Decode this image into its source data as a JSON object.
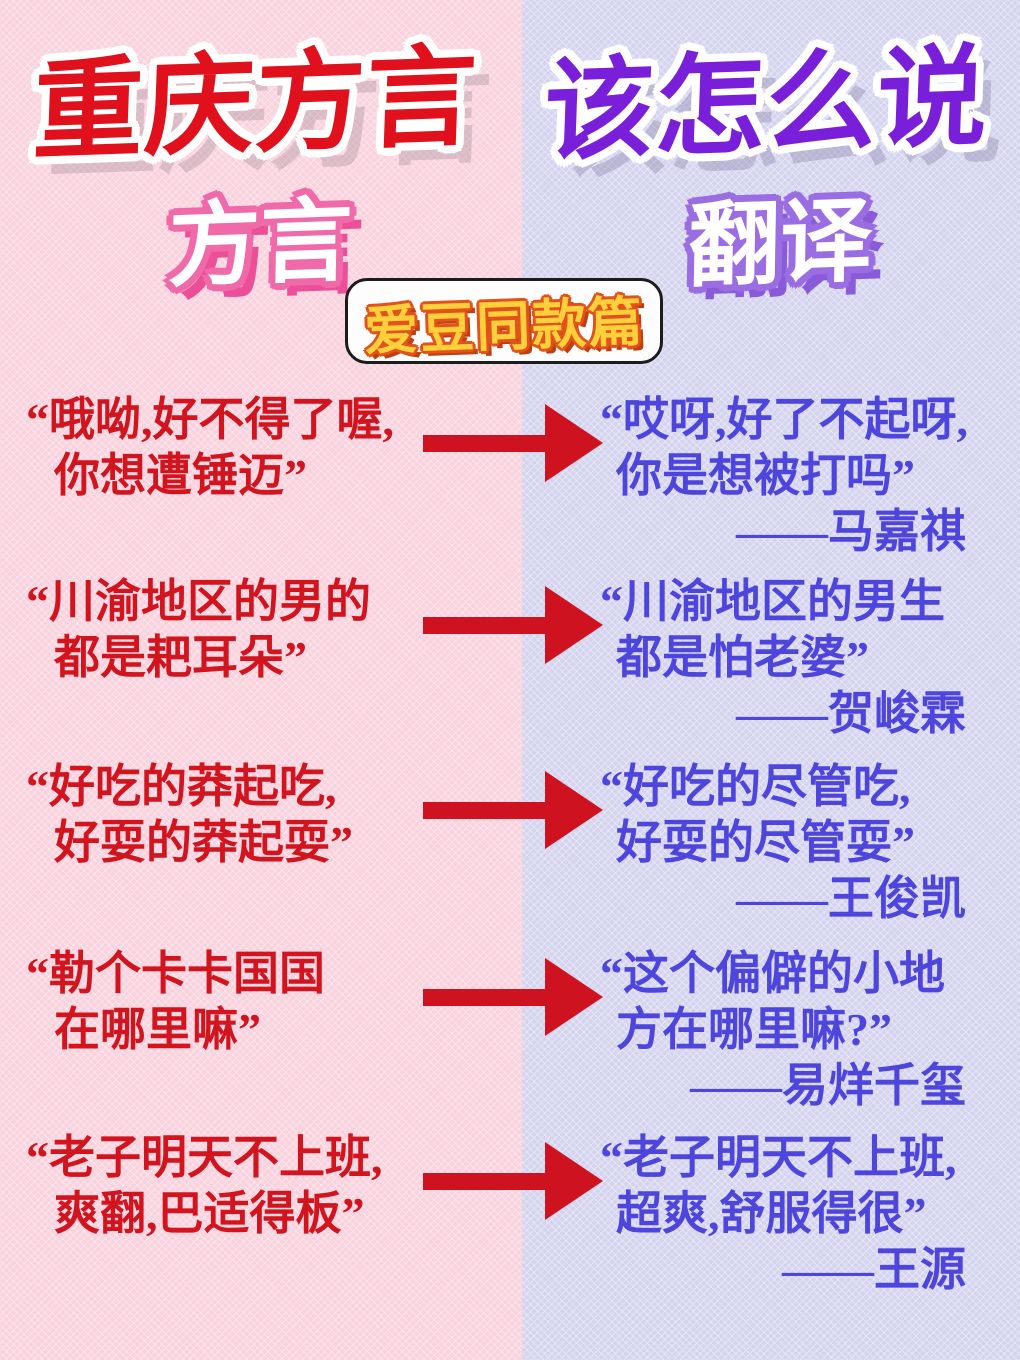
{
  "header": {
    "title_left": "重庆方言",
    "title_right": "该怎么说",
    "subtitle_left": "方言",
    "subtitle_right": "翻译",
    "badge_label": "爱豆同款篇"
  },
  "colors": {
    "left_background": "#f9d2de",
    "right_background": "#d5d4ef",
    "dialect_text": "#d2141f",
    "translation_text": "#4e45dc",
    "arrow_red": "#cf1220",
    "title_left_red": "#e0111d",
    "title_right_purple": "#7a1fd9",
    "subtitle_left_outline_pink": "#f06aa9",
    "subtitle_right_outline_purple": "#9a6ee2",
    "badge_text_yellow": "#ffd03c",
    "badge_text_outline_orange": "#e2531c"
  },
  "rows": [
    {
      "dialect_line1": "“哦呦,好不得了喔,",
      "dialect_line2": "你想遭锤迈”",
      "translation_line1": "“哎呀,好了不起呀,",
      "translation_line2": "你是想被打吗”",
      "attribution": "——马嘉祺"
    },
    {
      "dialect_line1": "“川渝地区的男的",
      "dialect_line2": "都是耙耳朵”",
      "translation_line1": "“川渝地区的男生",
      "translation_line2": "都是怕老婆”",
      "attribution": "——贺峻霖"
    },
    {
      "dialect_line1": "“好吃的莽起吃,",
      "dialect_line2": "好耍的莽起耍”",
      "translation_line1": "“好吃的尽管吃,",
      "translation_line2": "好耍的尽管耍”",
      "attribution": "——王俊凯"
    },
    {
      "dialect_line1": "“勒个卡卡国国",
      "dialect_line2": "在哪里嘛”",
      "translation_line1": "“这个偏僻的小地",
      "translation_line2": "方在哪里嘛?”",
      "attribution": "——易烊千玺"
    },
    {
      "dialect_line1": "“老子明天不上班,",
      "dialect_line2": "爽翻,巴适得板”",
      "translation_line1": "“老子明天不上班,",
      "translation_line2": "超爽,舒服得很”",
      "attribution": "——王源"
    }
  ]
}
